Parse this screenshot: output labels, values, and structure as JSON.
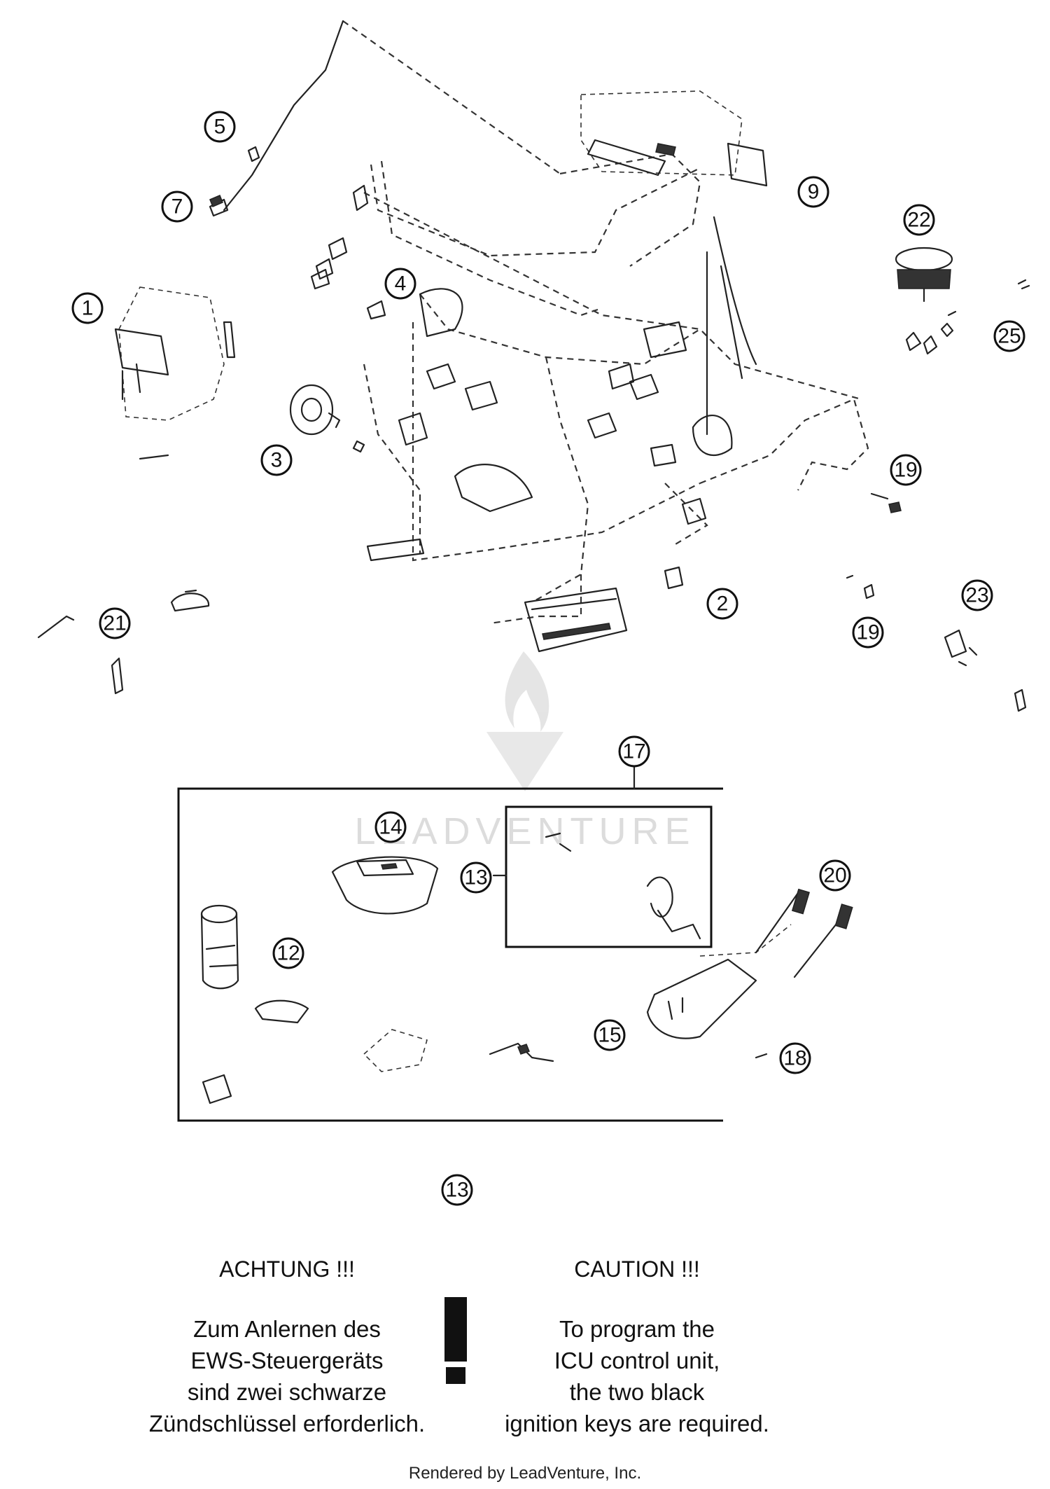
{
  "callouts": [
    {
      "id": "callout-1",
      "label": "1"
    },
    {
      "id": "callout-2",
      "label": "2"
    },
    {
      "id": "callout-3",
      "label": "3"
    },
    {
      "id": "callout-4",
      "label": "4"
    },
    {
      "id": "callout-5",
      "label": "5"
    },
    {
      "id": "callout-7",
      "label": "7"
    },
    {
      "id": "callout-9",
      "label": "9"
    },
    {
      "id": "callout-12",
      "label": "12"
    },
    {
      "id": "callout-13-inner",
      "label": "13"
    },
    {
      "id": "callout-13-bottom",
      "label": "13"
    },
    {
      "id": "callout-14",
      "label": "14"
    },
    {
      "id": "callout-15",
      "label": "15"
    },
    {
      "id": "callout-17",
      "label": "17"
    },
    {
      "id": "callout-18",
      "label": "18"
    },
    {
      "id": "callout-19-upper",
      "label": "19"
    },
    {
      "id": "callout-19-lower",
      "label": "19"
    },
    {
      "id": "callout-20",
      "label": "20"
    },
    {
      "id": "callout-21",
      "label": "21"
    },
    {
      "id": "callout-22",
      "label": "22"
    },
    {
      "id": "callout-23",
      "label": "23"
    },
    {
      "id": "callout-25",
      "label": "25"
    }
  ],
  "watermark": {
    "text": "LEADVENTURE"
  },
  "notes": {
    "german": {
      "title": "ACHTUNG !!!",
      "lines": [
        "Zum Anlernen des",
        "EWS-Steuergeräts",
        "sind zwei schwarze",
        "Zündschlüssel erforderlich."
      ]
    },
    "english": {
      "title": "CAUTION !!!",
      "lines": [
        "To program the",
        "ICU control unit,",
        "the two black",
        "ignition keys are required."
      ]
    }
  },
  "footer": {
    "credit": "Rendered by LeadVenture, Inc."
  }
}
